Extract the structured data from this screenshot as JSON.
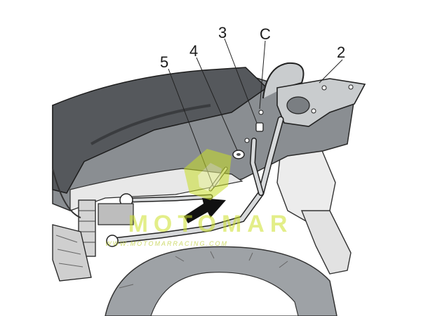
{
  "callouts": {
    "label_5": "5",
    "label_4": "4",
    "label_3": "3",
    "label_c": "C",
    "label_2": "2"
  },
  "watermark": {
    "brand": "MOTOMAR",
    "url": "WWW.MOTOMARRACING.COM",
    "color": "#c8de28"
  },
  "colors": {
    "bodywork": "#8a8e92",
    "seat": "#55585c",
    "metal": "#c9ccce",
    "tire": "#9ea2a6",
    "arrow": "#111111"
  },
  "icons": {
    "arrow": "arrow-icon",
    "watermark_logo": "shield-logo-icon"
  }
}
